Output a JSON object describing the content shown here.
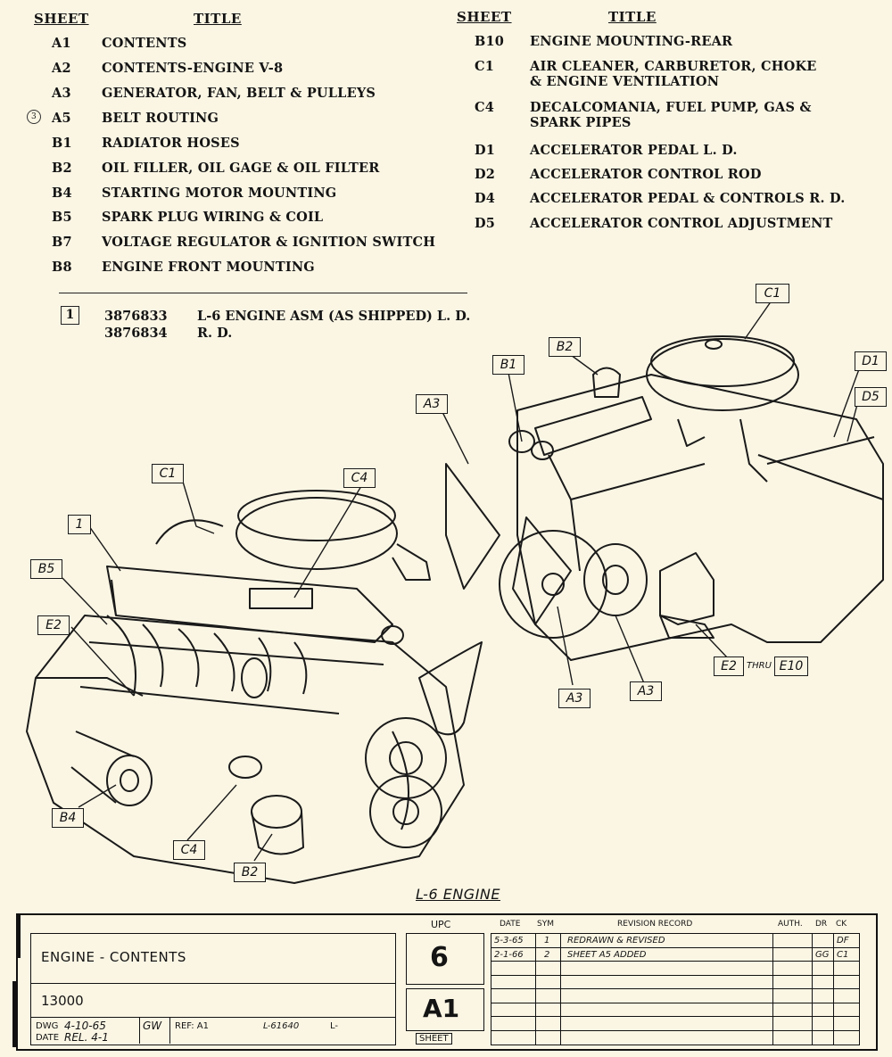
{
  "index_left": {
    "sheet_header": "SHEET",
    "title_header": "TITLE",
    "items": [
      {
        "code": "A1",
        "title": "CONTENTS"
      },
      {
        "code": "A2",
        "title": "CONTENTS-ENGINE V-8"
      },
      {
        "code": "A3",
        "title": "GENERATOR, FAN, BELT & PULLEYS"
      },
      {
        "code": "A5",
        "title": "BELT ROUTING"
      },
      {
        "code": "B1",
        "title": "RADIATOR HOSES"
      },
      {
        "code": "B2",
        "title": "OIL FILLER, OIL GAGE & OIL FILTER"
      },
      {
        "code": "B4",
        "title": "STARTING MOTOR MOUNTING"
      },
      {
        "code": "B5",
        "title": "SPARK PLUG WIRING & COIL"
      },
      {
        "code": "B7",
        "title": "VOLTAGE REGULATOR & IGNITION SWITCH"
      },
      {
        "code": "B8",
        "title": "ENGINE FRONT MOUNTING"
      }
    ],
    "revision_mark": "3"
  },
  "index_right": {
    "sheet_header": "SHEET",
    "title_header": "TITLE",
    "items": [
      {
        "code": "B10",
        "title": "ENGINE MOUNTING-REAR",
        "title2": ""
      },
      {
        "code": "C1",
        "title": "AIR CLEANER, CARBURETOR, CHOKE",
        "title2": "& ENGINE VENTILATION"
      },
      {
        "code": "C4",
        "title": "DECALCOMANIA, FUEL PUMP, GAS &",
        "title2": "SPARK PIPES"
      },
      {
        "code": "D1",
        "title": "ACCELERATOR PEDAL L. D.",
        "title2": ""
      },
      {
        "code": "D2",
        "title": "ACCELERATOR CONTROL ROD",
        "title2": ""
      },
      {
        "code": "D4",
        "title": "ACCELERATOR PEDAL & CONTROLS R. D.",
        "title2": ""
      },
      {
        "code": "D5",
        "title": "ACCELERATOR CONTROL ADJUSTMENT",
        "title2": ""
      }
    ]
  },
  "assembly": {
    "item_no": "1",
    "part1": "3876833",
    "desc1": "L-6 ENGINE ASM (AS SHIPPED) L. D.",
    "part2": "3876834",
    "desc2": "R. D."
  },
  "callouts": {
    "left_c1": "C1",
    "left_c4": "C4",
    "left_1": "1",
    "left_b5": "B5",
    "left_e2": "E2",
    "left_b4": "B4",
    "left_c4b": "C4",
    "left_b2": "B2",
    "right_c1": "C1",
    "right_b2": "B2",
    "right_b1": "B1",
    "right_d1": "D1",
    "right_d5": "D5",
    "right_a3": "A3",
    "right_a3b": "A3",
    "right_a3c": "A3",
    "right_e2": "E2",
    "right_e10": "E10",
    "thru": "THRU"
  },
  "caption": "L-6 ENGINE",
  "title_block": {
    "name": "ENGINE - CONTENTS",
    "number": "13000",
    "dwg_label": "DWG",
    "dwg_date": "4-10-65",
    "dwg_init": "GW",
    "ref": "REF: A1",
    "ref_no": "L-61640",
    "l_mark": "L-",
    "date_label": "DATE",
    "date_value": "REL. 4-1",
    "upc_label": "UPC",
    "upc_value": "6",
    "sheet_value": "A1",
    "sheet_label": "SHEET",
    "rev_headers": {
      "date": "DATE",
      "sym": "SYM",
      "record": "REVISION RECORD",
      "auth": "AUTH.",
      "dr": "DR",
      "ck": "CK"
    },
    "revisions": [
      {
        "date": "5-3-65",
        "sym": "1",
        "record": "REDRAWN & REVISED",
        "auth": "",
        "dr": "",
        "ck": "DF"
      },
      {
        "date": "2-1-66",
        "sym": "2",
        "record": "SHEET A5 ADDED",
        "auth": "",
        "dr": "GG",
        "ck": "C1"
      }
    ]
  }
}
